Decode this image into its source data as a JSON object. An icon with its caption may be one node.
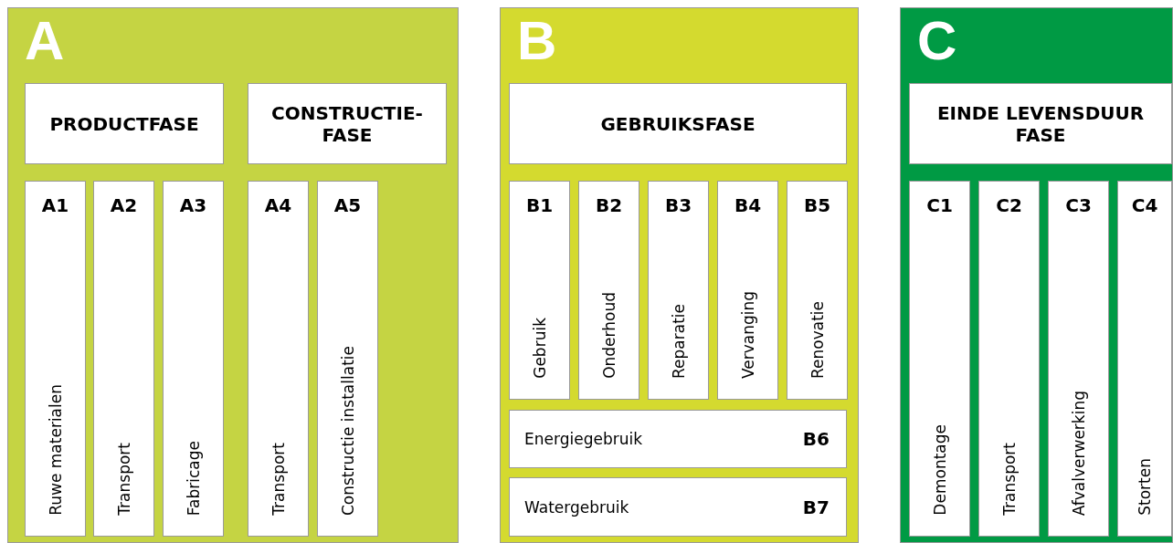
{
  "diagram": {
    "nodes": [
      {
        "text": [
          "A"
        ]
      },
      {
        "text": [
          "PRODUCTFASE"
        ],
        "in": 0
      },
      {
        "text": [
          "CONSTRUCTIE- FASE"
        ],
        "in": 0
      },
      {
        "text": [
          "A1",
          "Ruwe materialen"
        ],
        "in": 0
      },
      {
        "text": [
          "A2",
          "Transport"
        ],
        "in": 0
      },
      {
        "text": [
          "A3",
          "Fabricage"
        ],
        "in": 0
      },
      {
        "text": [
          "A4",
          "Transport"
        ],
        "in": 0
      },
      {
        "text": [
          "A5",
          "Constructie installatie"
        ],
        "in": 0
      },
      {
        "text": [
          "B"
        ]
      },
      {
        "text": [
          "GEBRUIKSFASE"
        ],
        "in": 8
      },
      {
        "text": [
          "B1",
          "Gebruik"
        ],
        "in": 8
      },
      {
        "text": [
          "B2",
          "Onderhoud"
        ],
        "in": 8
      },
      {
        "text": [
          "B3",
          "Reparatie"
        ],
        "in": 8
      },
      {
        "text": [
          "B4",
          "Vervanging"
        ],
        "in": 8
      },
      {
        "text": [
          "B5",
          "Renovatie"
        ],
        "in": 8
      },
      {
        "text": [
          "Energiegebruik",
          "B6"
        ],
        "in": 8
      },
      {
        "text": [
          "Watergebruik",
          "B7"
        ],
        "in": 8
      },
      {
        "text": [
          "C"
        ]
      },
      {
        "text": [
          "EINDE LEVENSDUUR FASE"
        ],
        "in": 17
      },
      {
        "text": [
          "C1",
          "Demontage"
        ],
        "in": 17
      },
      {
        "text": [
          "C2",
          "Transport"
        ],
        "in": 17
      },
      {
        "text": [
          "C3",
          "Afvalverwerking"
        ],
        "in": 17
      },
      {
        "text": [
          "C4",
          "Storten"
        ],
        "in": 17
      }
    ],
    "edges": []
  }
}
